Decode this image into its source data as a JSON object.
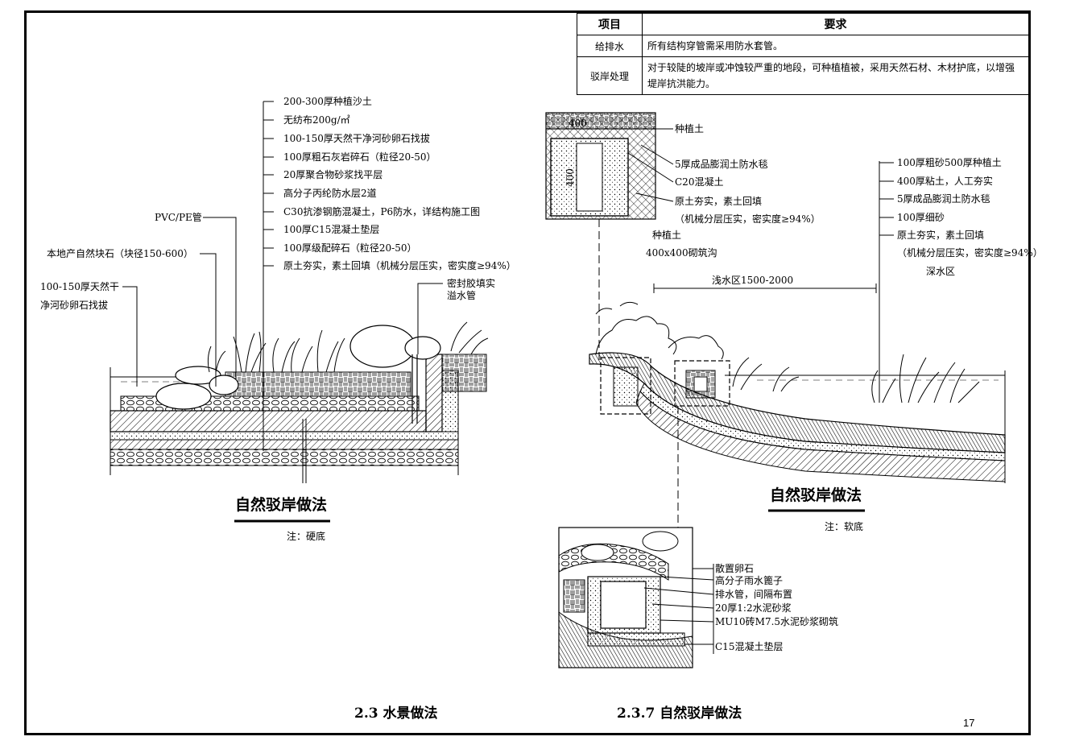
{
  "table": {
    "headers": [
      "项目",
      "要求"
    ],
    "rows": [
      {
        "item": "给排水",
        "req": "所有结构穿管需采用防水套管。"
      },
      {
        "item": "驳岸处理",
        "req": "对于较陡的坡岸或冲蚀较严重的地段，可种植植被，采用天然石材、木材护底，以增强堤岸抗洪能力。"
      }
    ]
  },
  "left_section": {
    "labels": [
      "200-300厚种植沙土",
      "无纺布200g/㎡",
      "100-150厚天然干净河砂卵石找拔",
      "100厚粗石灰岩碎石（粒径20-50）",
      "20厚聚合物砂浆找平层",
      "高分子丙纶防水层2道",
      "C30抗渗钢筋混凝土，P6防水，详结构施工图",
      "100厚C15混凝土垫层",
      "100厚级配碎石（粒径20-50）",
      "原土夯实，素土回填（机械分层压实，密实度≥94%）"
    ],
    "pvc": "PVC/PE管",
    "stone": "本地产自然块石（块径150-600）",
    "gravel_1": "100-150厚天然干",
    "gravel_2": "净河砂卵石找拔",
    "seal": "密封胶填实",
    "overflow": "溢水管",
    "title": "自然驳岸做法",
    "note": "注：硬底"
  },
  "ditch_detail": {
    "dim_w": "400",
    "dim_h": "400",
    "labels": [
      "种植土",
      "5厚成品膨润土防水毯",
      "C20混凝土",
      "原土夯实，素土回填",
      "（机械分层压实，密实度≥94%）"
    ],
    "soil2": "种植土",
    "ditch": "400x400砌筑沟"
  },
  "right_section": {
    "shallow": "浅水区1500-2000",
    "deep": "深水区",
    "labels": [
      "100厚粗砂500厚种植土",
      "400厚粘土，人工夯实",
      "5厚成品膨润土防水毯",
      "100厚细砂",
      "原土夯实，素土回填",
      "（机械分层压实，密实度≥94%）"
    ],
    "title": "自然驳岸做法",
    "note": "注：软底"
  },
  "drain_detail": {
    "labels": [
      "散置卵石",
      "高分子雨水篦子",
      "排水管，间隔布置",
      "20厚1:2水泥砂浆",
      "MU10砖M7.5水泥砂浆砌筑"
    ],
    "c15": "C15混凝土垫层"
  },
  "footer": {
    "left": "2.3 水景做法",
    "right": "2.3.7 自然驳岸做法",
    "page": "17"
  }
}
